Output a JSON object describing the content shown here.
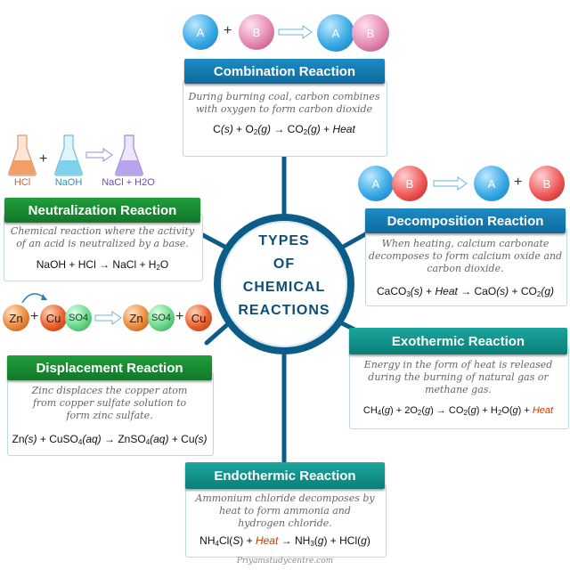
{
  "hub": {
    "lines": [
      "TYPES",
      "OF",
      "CHEMICAL",
      "REACTIONS"
    ]
  },
  "colors": {
    "hub_ring": "#0b5d87",
    "spoke": "#0b5d87",
    "blue_bar": "#1d8cc4",
    "green_bar": "#1f9e3a",
    "teal_bar": "#1aa59c"
  },
  "combination": {
    "title": "Combination Reaction",
    "description": "During burning coal, carbon combines with oxygen to form carbon dioxide",
    "illustration": {
      "ball_a": "A",
      "ball_b": "B",
      "result_a": "A",
      "result_b": "B"
    }
  },
  "neutralization": {
    "title": "Neutralization Reaction",
    "description": "Chemical reaction where the activity of an acid is neutralized by a base.",
    "illustration": {
      "flask1": "HCl",
      "flask2": "NaOH",
      "product": "NaCl + H2O"
    }
  },
  "decomposition": {
    "title": "Decomposition Reaction",
    "description": "When heating, calcium carbonate decomposes to form calcium oxide and carbon dioxide.",
    "illustration": {
      "ball_a": "A",
      "ball_b": "B",
      "result_a": "A",
      "result_b": "B"
    }
  },
  "displacement": {
    "title": "Displacement Reaction",
    "description": "Zinc displaces the copper atom from copper sulfate solution to form zinc sulfate.",
    "illustration": {
      "zn": "Zn",
      "cu": "Cu",
      "so4": "SO4",
      "zn2": "Zn",
      "so4_2": "SO4",
      "cu2": "Cu"
    }
  },
  "exothermic": {
    "title": "Exothermic Reaction",
    "description": "Energy in the form of heat is released during the burning of natural gas or methane gas."
  },
  "endothermic": {
    "title": "Endothermic Reaction",
    "description": "Ammonium chloride decomposes by heat to form ammonia and hydrogen chloride."
  },
  "footer": "Priyamstudycentre.com"
}
